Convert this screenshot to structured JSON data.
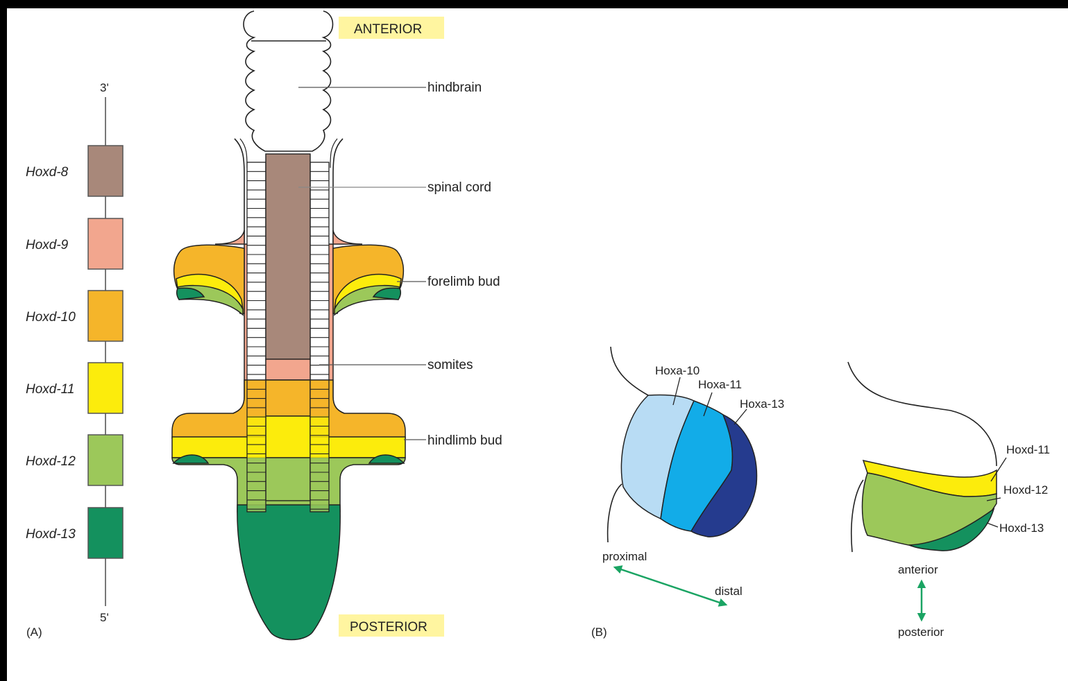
{
  "panel_a": {
    "panel_label": "(A)",
    "chromosome": {
      "end_top": "3'",
      "end_bottom": "5'",
      "genes": [
        {
          "name": "Hoxd-8",
          "color": "#a8887a"
        },
        {
          "name": "Hoxd-9",
          "color": "#f2a68e"
        },
        {
          "name": "Hoxd-10",
          "color": "#f5b52a"
        },
        {
          "name": "Hoxd-11",
          "color": "#fcec0c"
        },
        {
          "name": "Hoxd-12",
          "color": "#9cc85a"
        },
        {
          "name": "Hoxd-13",
          "color": "#14915e"
        }
      ]
    },
    "embryo": {
      "anterior_tag": "ANTERIOR",
      "posterior_tag": "POSTERIOR",
      "labels": {
        "hindbrain": "hindbrain",
        "spinal_cord": "spinal cord",
        "forelimb_bud": "forelimb bud",
        "somites": "somites",
        "hindlimb_bud": "hindlimb bud"
      }
    }
  },
  "panel_b": {
    "panel_label": "(B)",
    "hoxa_limb": {
      "labels": [
        "Hoxa-10",
        "Hoxa-11",
        "Hoxa-13"
      ],
      "colors": [
        "#b8dcf4",
        "#12ace8",
        "#253b8e"
      ],
      "axis_start": "proximal",
      "axis_end": "distal"
    },
    "hoxd_limb": {
      "labels": [
        "Hoxd-11",
        "Hoxd-12",
        "Hoxd-13"
      ],
      "colors": [
        "#fcec0c",
        "#9cc85a",
        "#14915e"
      ],
      "axis_start": "anterior",
      "axis_end": "posterior"
    }
  },
  "colors": {
    "tag_background": "#fff5a0",
    "arrow": "#1aa463"
  }
}
